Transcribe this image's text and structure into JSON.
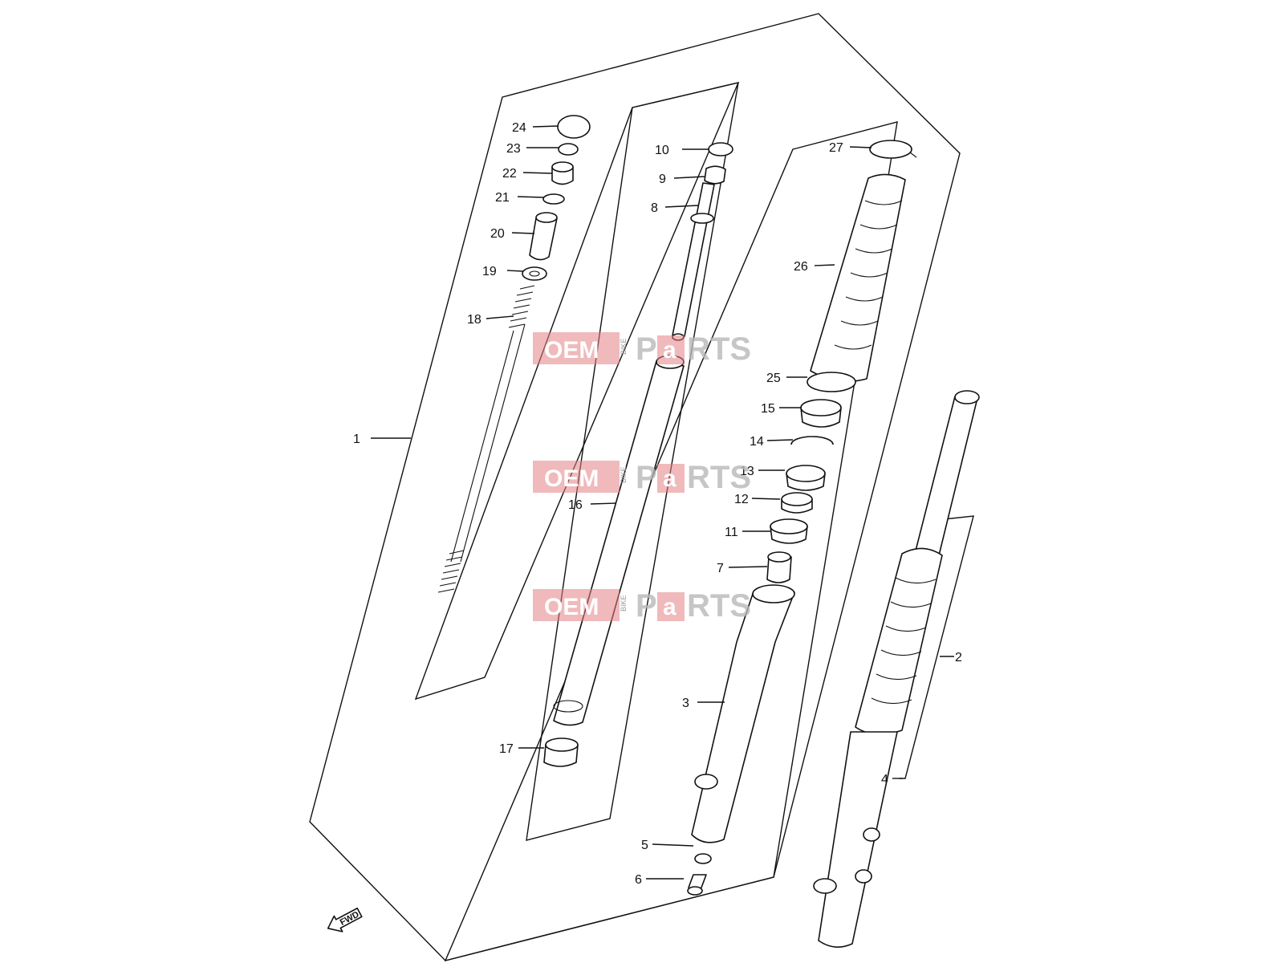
{
  "callouts": [
    {
      "id": "1",
      "label": "1"
    },
    {
      "id": "2",
      "label": "2"
    },
    {
      "id": "3",
      "label": "3"
    },
    {
      "id": "4",
      "label": "4"
    },
    {
      "id": "5",
      "label": "5"
    },
    {
      "id": "6",
      "label": "6"
    },
    {
      "id": "7",
      "label": "7"
    },
    {
      "id": "8",
      "label": "8"
    },
    {
      "id": "9",
      "label": "9"
    },
    {
      "id": "10",
      "label": "10"
    },
    {
      "id": "11",
      "label": "11"
    },
    {
      "id": "12",
      "label": "12"
    },
    {
      "id": "13",
      "label": "13"
    },
    {
      "id": "14",
      "label": "14"
    },
    {
      "id": "15",
      "label": "15"
    },
    {
      "id": "16",
      "label": "16"
    },
    {
      "id": "17",
      "label": "17"
    },
    {
      "id": "18",
      "label": "18"
    },
    {
      "id": "19",
      "label": "19"
    },
    {
      "id": "20",
      "label": "20"
    },
    {
      "id": "21",
      "label": "21"
    },
    {
      "id": "22",
      "label": "22"
    },
    {
      "id": "23",
      "label": "23"
    },
    {
      "id": "24",
      "label": "24"
    },
    {
      "id": "25",
      "label": "25"
    },
    {
      "id": "26",
      "label": "26"
    },
    {
      "id": "27",
      "label": "27"
    }
  ],
  "watermark": {
    "brand_left": "OEM",
    "brand_middle": "BIKE",
    "brand_right_p": "P",
    "brand_right_a": "a",
    "brand_right_rest": "RTS"
  },
  "fwd_arrow": {
    "label": "FWD",
    "icon": "fwd-arrow-icon"
  },
  "colors": {
    "line": "#111111",
    "watermark_red": "#e37f84",
    "watermark_grey": "#b9b9b9"
  }
}
